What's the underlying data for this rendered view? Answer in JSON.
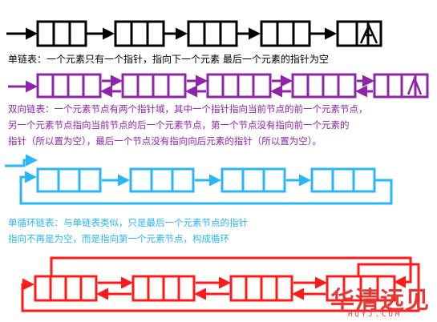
{
  "colors": {
    "single": "#000000",
    "double": "#8e24aa",
    "circular": "#29b6f6",
    "double_circular": "#ff1a1a"
  },
  "captions": {
    "single": "单链表：一个元素只有一个指针，指向下一个元素  最后一个元素的指针为空",
    "double": [
      "双向链表：一个元素节点有两个指针域，其中一个指针指向当前节点的前一个元素节点，",
      "另一个元素节点指向当前节点的后一个元素节点，第一个节点没有指向前一个元素的",
      "指针（所以置为空），最后一个节点没有指向向后元素的指针（所以置为空）。"
    ],
    "circular": [
      "单循环链表：与单链表类似，只是最后一个元素节点的指针",
      "指向不再是为空，而是指向第一个元素节点，构成循环"
    ]
  },
  "rows": {
    "single": {
      "node_count": 5,
      "null_tail": true
    },
    "double": {
      "node_count": 5,
      "null_tail": true
    },
    "circular": {
      "node_count": 4
    },
    "double_circular": {
      "node_count": 4
    }
  },
  "watermark": {
    "main": "华清远见",
    "sub": "HQYJ.COM"
  }
}
